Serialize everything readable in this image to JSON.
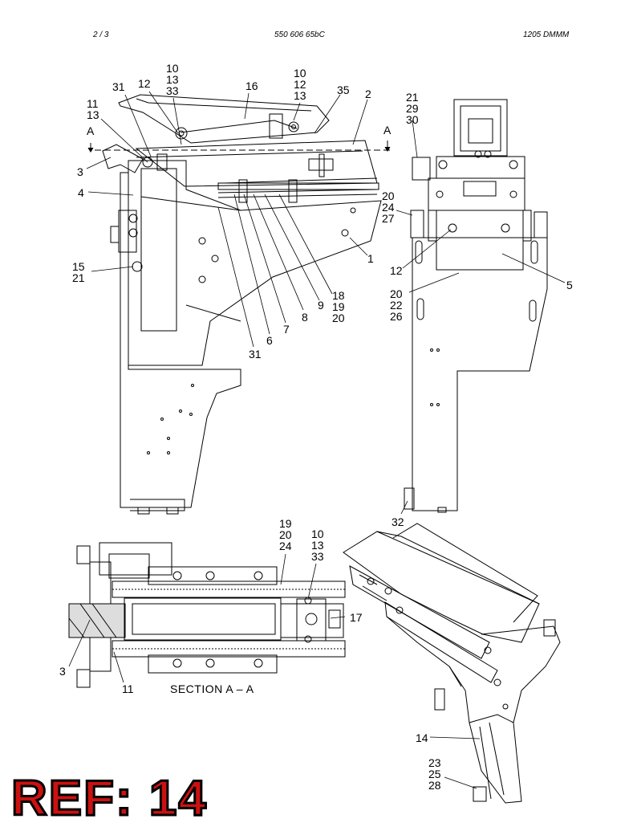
{
  "header": {
    "page": "2 /   3",
    "part_number": "550 606 65bC",
    "code": "1205 DMMM"
  },
  "section_label": "SECTION  A – A",
  "section_markers": [
    "A",
    "A"
  ],
  "reference": "REF: 14",
  "callouts": {
    "main": [
      "31",
      "12",
      "10\n13\n33",
      "16",
      "10\n12\n13",
      "35",
      "2",
      "11\n13",
      "3",
      "4",
      "15\n21",
      "1",
      "18\n19\n20",
      "9",
      "8",
      "7",
      "6",
      "31"
    ],
    "side": [
      "21\n29\n30",
      "20\n24\n27",
      "12",
      "5",
      "20\n22\n26",
      "32"
    ],
    "section": [
      "19\n20\n24",
      "10\n13\n33",
      "17",
      "3",
      "11"
    ],
    "iso": [
      "14",
      "23\n25\n28"
    ]
  },
  "colors": {
    "line": "#000000",
    "ref_text": "#cc1111"
  }
}
